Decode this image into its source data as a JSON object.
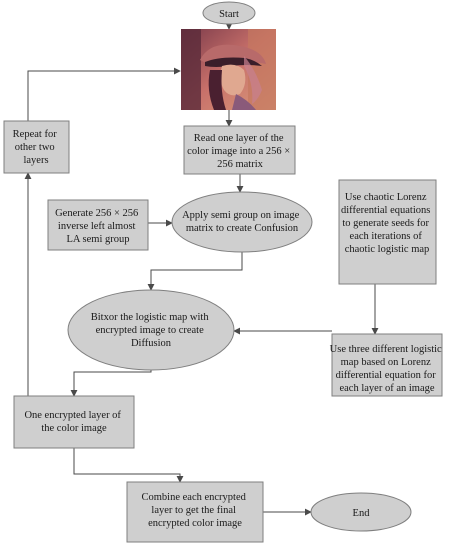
{
  "nodes": {
    "start": {
      "lines": [
        "Start"
      ]
    },
    "read_layer": {
      "lines": [
        "Read one layer of the",
        "color image into a 256 ×",
        "256 matrix"
      ]
    },
    "repeat": {
      "lines": [
        "Repeat for",
        "other two",
        "layers"
      ]
    },
    "generate_la": {
      "lines": [
        "Generate 256 × 256",
        "inverse left almost",
        "LA semi group"
      ]
    },
    "apply_semigroup": {
      "lines": [
        "Apply semi group on image",
        "matrix to create Confusion"
      ]
    },
    "lorenz_seeds": {
      "lines": [
        "Use chaotic Lorenz",
        "differential equations",
        "to generate seeds for",
        "each iterations of",
        "chaotic logistic map"
      ]
    },
    "bitxor": {
      "lines": [
        "Bitxor the logistic map with",
        "encrypted image to create",
        "Diffusion"
      ]
    },
    "three_maps": {
      "lines": [
        "Use three different logistic",
        "map based on Lorenz",
        "differential equation for",
        "each layer of an image"
      ]
    },
    "encrypted_layer": {
      "lines": [
        "One encrypted layer of",
        "the color image"
      ]
    },
    "combine": {
      "lines": [
        "Combine each encrypted",
        "layer to get the final",
        "encrypted color image"
      ]
    },
    "end": {
      "lines": [
        "End"
      ]
    }
  },
  "colors": {
    "node_fill": "#cfcfcf",
    "node_stroke": "#7f7f7f",
    "edge": "#4a4a4a",
    "text": "#1a1a1a"
  }
}
